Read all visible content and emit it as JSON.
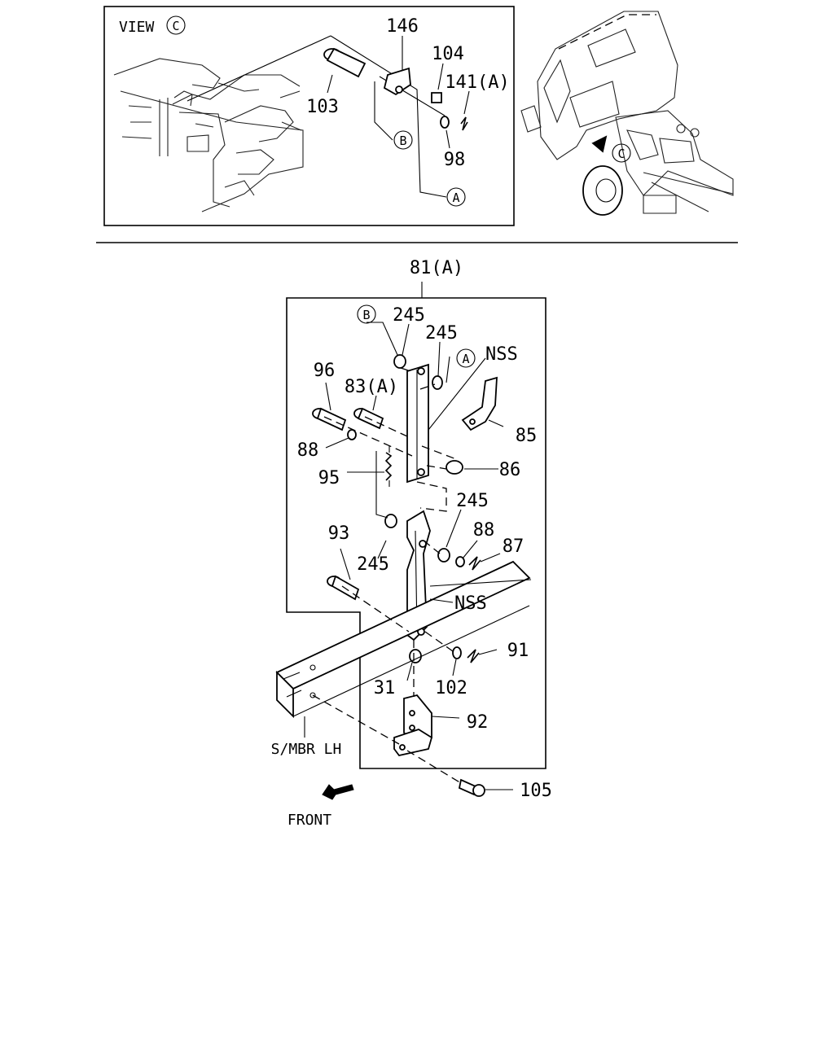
{
  "view": {
    "word": "VIEW",
    "letter": "C"
  },
  "top_callouts": {
    "p146": "146",
    "p104": "104",
    "p141a": "141(A)",
    "p103": "103",
    "p98": "98",
    "refB": "B",
    "refA": "A"
  },
  "truck_view_letter": "C",
  "assembly": {
    "title": "81(A)",
    "refB": "B",
    "refA": "A",
    "p245_top1": "245",
    "p245_top2": "245",
    "nss_upper": "NSS",
    "p96": "96",
    "p83a": "83(A)",
    "p85": "85",
    "p88_left": "88",
    "p86": "86",
    "p95": "95",
    "p245_mid_right": "245",
    "p93": "93",
    "p88_right": "88",
    "p87": "87",
    "p245_mid_left": "245",
    "nss_lower": "NSS",
    "p91": "91",
    "p31": "31",
    "p102": "102",
    "p92": "92",
    "member": "S/MBR LH",
    "p105": "105",
    "front": "FRONT"
  }
}
